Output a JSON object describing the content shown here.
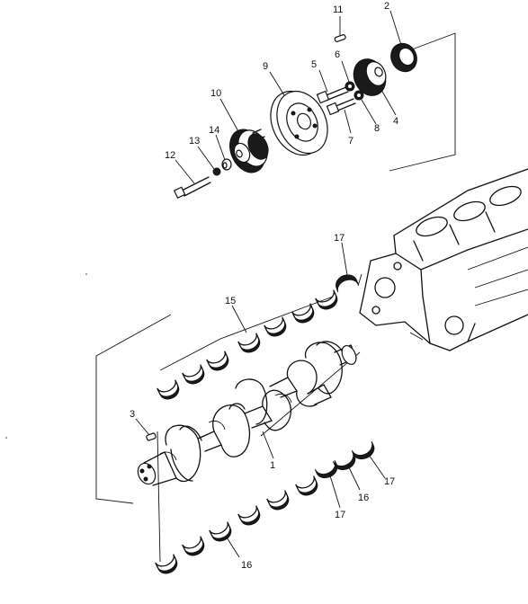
{
  "diagram": {
    "callouts": [
      {
        "id": "c1",
        "text": "1"
      },
      {
        "id": "c2",
        "text": "2"
      },
      {
        "id": "c3",
        "text": "3"
      },
      {
        "id": "c4",
        "text": "4"
      },
      {
        "id": "c5",
        "text": "5"
      },
      {
        "id": "c6",
        "text": "6"
      },
      {
        "id": "c7",
        "text": "7"
      },
      {
        "id": "c8",
        "text": "8"
      },
      {
        "id": "c9",
        "text": "9"
      },
      {
        "id": "c10",
        "text": "10"
      },
      {
        "id": "c11",
        "text": "11"
      },
      {
        "id": "c12",
        "text": "12"
      },
      {
        "id": "c13",
        "text": "13"
      },
      {
        "id": "c14",
        "text": "14"
      },
      {
        "id": "c15",
        "text": "15"
      },
      {
        "id": "c16a",
        "text": "16"
      },
      {
        "id": "c16b",
        "text": "16"
      },
      {
        "id": "c17a",
        "text": "17"
      },
      {
        "id": "c17b",
        "text": "17"
      },
      {
        "id": "c17c",
        "text": "17"
      }
    ]
  }
}
